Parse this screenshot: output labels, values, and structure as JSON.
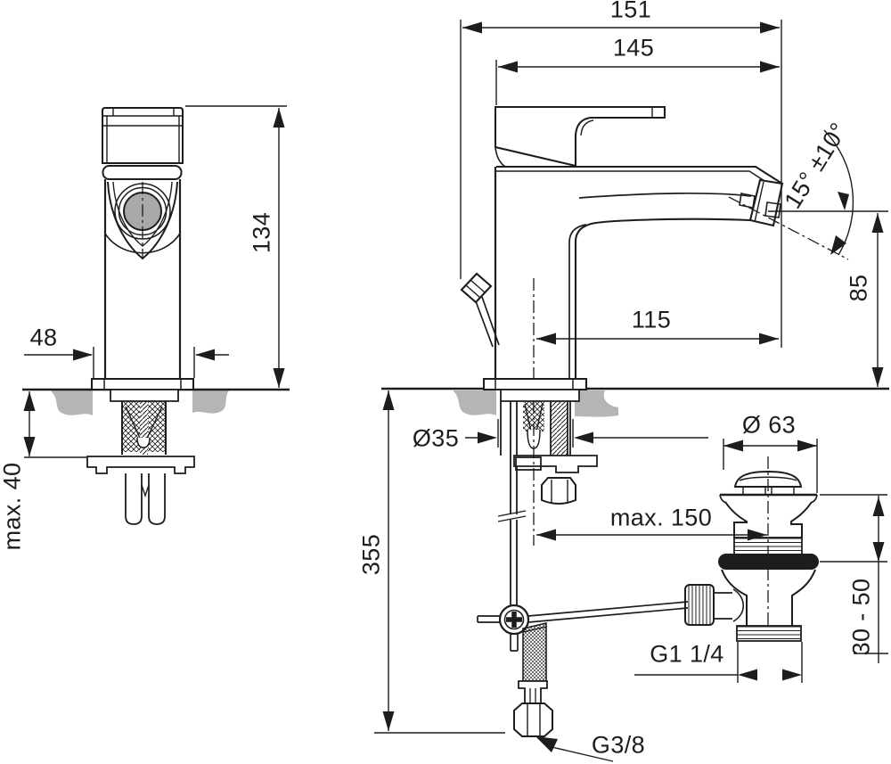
{
  "meta": {
    "background_color": "#ffffff",
    "line_color": "#1d1d1d",
    "countertop_fill": "#b5b5b5",
    "aerator_fill": "#a9a9a9"
  },
  "dims": {
    "overall_depth": "151",
    "spout_overhang": "145",
    "body_height": "134",
    "body_width": "48",
    "max_deck_thickness": "max. 40",
    "spray_angle": "15° ±10°",
    "outlet_height": "85",
    "spout_reach": "115",
    "mounting_hole_diameter": "Ø35",
    "waste_flange_diameter": "Ø 63",
    "max_waste_distance": "max. 150",
    "hose_reach": "355",
    "clamping_range": "30 - 50",
    "waste_thread": "G1 1/4",
    "supply_thread": "G3/8"
  }
}
